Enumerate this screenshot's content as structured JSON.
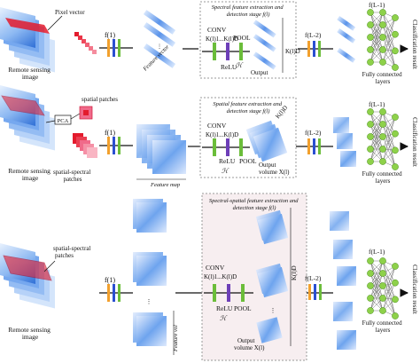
{
  "colors": {
    "cube_light": "#cfe2fb",
    "cube_mid": "#7fb0f0",
    "cube_dark": "#2f6fd6",
    "highlight_red": "#e31b2d",
    "patch_pink": "#f06a8a",
    "stage_bg": "#f7eef0",
    "node_green": "#8ed14a",
    "layer_orange": "#f2a02d",
    "layer_blue": "#2a4fd1",
    "layer_green": "#6bbd3a",
    "layer_purple": "#6d3fb8",
    "arrow": "#111111"
  },
  "icons": {
    "arrow": "arrow-right-icon",
    "neuron": "neuron-node-icon",
    "feature_block": "feature-map-stack-icon"
  },
  "row1": {
    "pixel_vector_label": "Pixel vector",
    "input_label_line1": "Remote sensing",
    "input_label_line2": "image",
    "f1_label": "f(1)",
    "vector_caption": "Feature vector",
    "stage_title_line1": "Spectral feature extraction and",
    "stage_title_line2": "detection stage f(l)",
    "conv": "CONV",
    "kernels": "K(l)1...K(l)D",
    "relu": "ReLU",
    "pool": "POOL",
    "h": "ℋ",
    "kd": "K(l)D",
    "output": "Output",
    "fl2": "f(L-2)",
    "fl1": "f(L-1)",
    "fc_line1": "Fully connected",
    "fc_line2": "layers",
    "result": "Classification result"
  },
  "row2": {
    "pca": "PCA",
    "spatial_patches": "spatial patches",
    "input_label_line1": "Remote sensing",
    "input_label_line2": "image",
    "spectral_patches_line1": "spatial-spectral",
    "spectral_patches_line2": "patches",
    "f1_label": "f(1)",
    "map_caption": "Feature map",
    "stage_title_line1": "Spatial feature extraction and",
    "stage_title_line2": "detection stage f(l)",
    "conv": "CONV",
    "kernels": "K(l)1...K(l)D",
    "relu": "ReLU",
    "pool": "POOL",
    "h": "ℋ",
    "kd": "K(l)D",
    "output_line1": "Output",
    "output_line2": "volume X(l)",
    "fl2": "f(L-2)",
    "fl1": "f(L-1)",
    "fc_line1": "Fully connected",
    "fc_line2": "layers",
    "result": "Classification result"
  },
  "row3": {
    "patches_line1": "spatial-spectral",
    "patches_line2": "patches",
    "input_label_line1": "Remote sensing",
    "input_label_line2": "image",
    "f1_label": "f(1)",
    "vol_caption": "Feature vol",
    "stage_title_line1": "Spectral-spatial feature extraction and",
    "stage_title_line2": "detection stage f(l)",
    "conv": "CONV",
    "kernels": "K(l)1...K(l)D",
    "relu": "ReLU",
    "pool": "POOL",
    "h": "ℋ",
    "kd": "K(l)D",
    "output_line1": "Output",
    "output_line2": "volume X(l)",
    "fl2": "f(L-2)",
    "fl1": "f(L-1)",
    "fc_line1": "Fully connected",
    "fc_line2": "layers",
    "result": "Classification result"
  }
}
